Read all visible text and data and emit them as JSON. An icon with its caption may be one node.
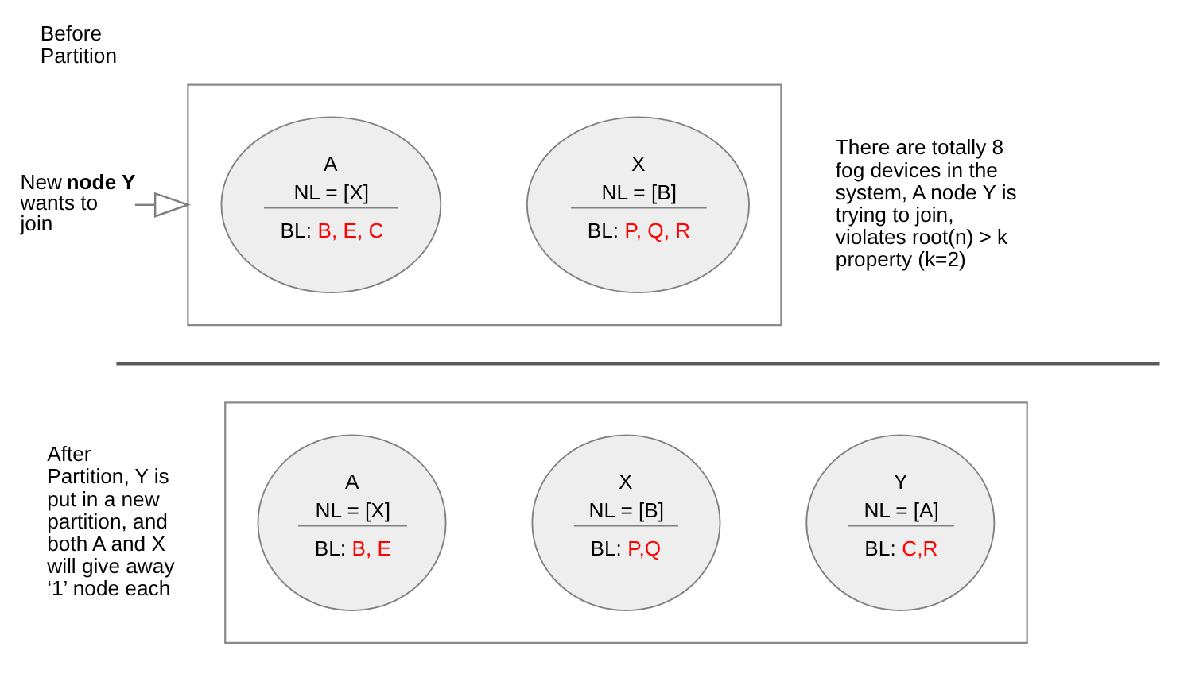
{
  "diagram": {
    "nodes": [
      {
        "text": [
          "New **node Y** wants to join"
        ]
      },
      {
        "text": [],
        "shape": "box"
      },
      {
        "text": [
          "A",
          "NL = [X]",
          "BL: B, E, C"
        ],
        "in": 1
      },
      {
        "text": [
          "X",
          "NL = [B]",
          "BL: P, Q, R"
        ],
        "in": 1
      },
      {
        "text": [],
        "shape": "box"
      },
      {
        "text": [
          "A",
          "NL = [X]",
          "BL: B, E"
        ],
        "in": 4
      },
      {
        "text": [
          "X",
          "NL = [B]",
          "BL: P,Q"
        ],
        "in": 4
      },
      {
        "text": [
          "Y",
          "NL = [A]",
          "BL: C,R"
        ],
        "in": 4
      }
    ],
    "edges": [
      {
        "from": 0,
        "to": 1,
        "arrow": "to"
      }
    ],
    "labels": [
      "Before Partition",
      "There are totally 8 fog devices in the system, A node Y is trying to join, violates root(n) > k property (k=2)",
      "After Partition, Y is put in a new partition, and both A and X will give away ‘1’ node each"
    ]
  }
}
